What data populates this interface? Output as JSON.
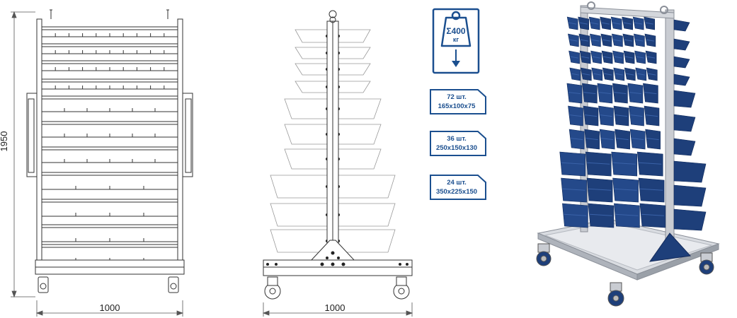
{
  "front_view": {
    "width_label": "1000",
    "height_label": "1950"
  },
  "side_view": {
    "width_label": "1000"
  },
  "capacity": {
    "value": "Σ400",
    "unit": "кг"
  },
  "bin_specs": [
    {
      "count": "72 шт.",
      "size": "165x100x75"
    },
    {
      "count": "36 шт.",
      "size": "250x150x130"
    },
    {
      "count": "24 шт.",
      "size": "350x225x150"
    }
  ],
  "colors": {
    "accent": "#1b4f8f",
    "bin": "#1e3f7a",
    "frame": "#c9ccd2"
  }
}
